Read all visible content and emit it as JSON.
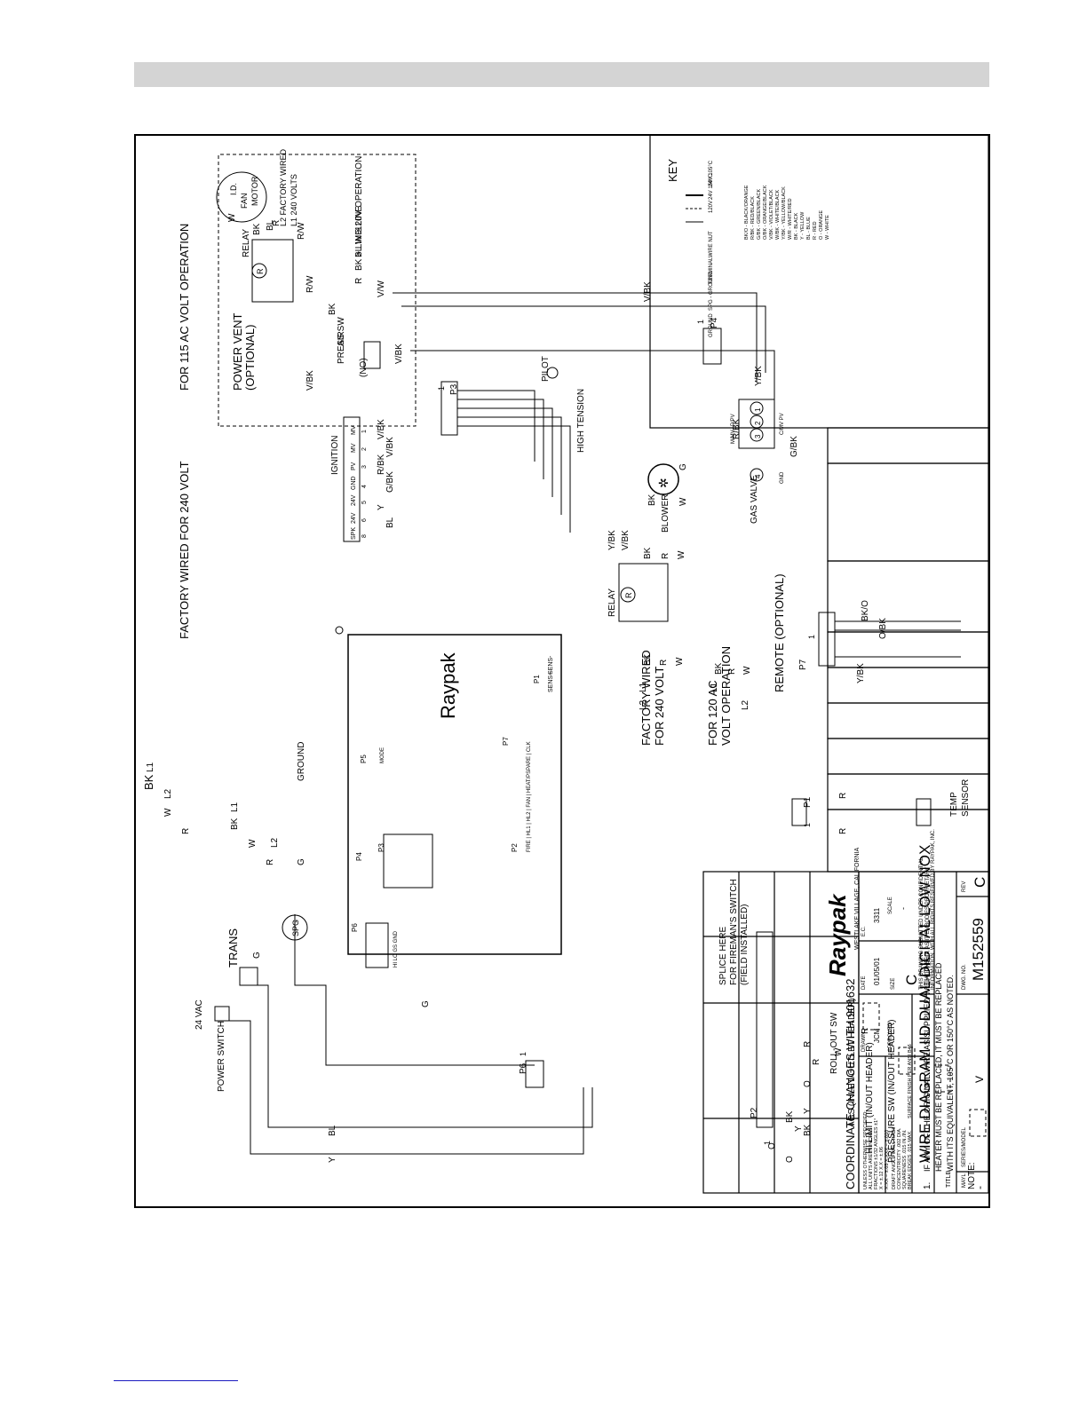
{
  "title_block": {
    "title_label": "TITLE",
    "title": "WIRE DIAGRAM IID DUAL DIGITAL LOW NOX",
    "dwg_no_label": "DWG. NO.",
    "dwg_no": "M152559",
    "rev_label": "REV",
    "rev": "C",
    "size_label": "SIZE",
    "size": "C",
    "model_label": "MAYL",
    "model_value": "-",
    "series_label": "SERIES/MODEL",
    "series_value": "V",
    "ec_label": "E.C.",
    "ec_value": "3311",
    "drawn_label": "DRAWN",
    "drawn_by": "JCM",
    "date_label": "DATE",
    "date": "01/05/01",
    "approved_label": "APPROVED",
    "coordinate_changes": "COORDINATE CHANGES WITH 901632",
    "company": "Raypak",
    "location": "WESTLAKE VILLAGE, CALIFORNIA",
    "scale_label": "SCALE",
    "scale_value": "-",
    "confidential": [
      "THIS DRAWING SUBMITTED UNDER CONFIDENTIAL",
      "RELATIONSHIP, AS IT EMBODIES PROPRIETARY",
      "INFORMATION. WITH ALL RIGHTS RESERVED BY RAYPAK, INC."
    ],
    "tolerances": [
      "UNLESS OTHERWISE SPECIFIED:",
      "ALL UNITS ARE IN INCHES",
      "FRACTIONS ±1/32 ANGLES ±1°",
      "X = ±.12  X.X = ±.06",
      "X.XX = ±.03  X.XXX = ±.010",
      "DRAFT ANGLE    WALL RADII",
      "CONCENTRICITY .002 DIA.",
      "SQUARENESS .015 IN./IN.",
      "BREAK EDGES .015 MAX.",
      "SURFACE FINISH PER ANSI B46"
    ]
  },
  "key": {
    "title": "KEY",
    "lines": [
      "24V 105°C",
      "24V 150°C",
      "120V"
    ],
    "symbols": [
      "WIRE NUT",
      "TERMINAL",
      "SPG - GROUND",
      "GROUND"
    ],
    "colors": [
      "BK/O  -  BLACK/ORANGE",
      "R/BK  -  RED/BLACK",
      "G/BK  -  GREEN/BLACK",
      "O/BK  -  ORANGE/BLACK",
      "V/BK  -  VIOLET/BLACK",
      "W/BK  -  WHITE/BLACK",
      "Y/BK  -  YELLOW/BLACK",
      "W/R  -  WHITE/RED",
      "BK  -  BLACK",
      "Y  -  YELLOW",
      "BL  -  BLUE",
      "R  -  RED",
      "O  -  ORANGE",
      "W  -  WHITE"
    ]
  },
  "power_vent": {
    "title": [
      "POWER VENT",
      "(OPTIONAL)"
    ],
    "relay": "RELAY",
    "motor": [
      "I.D.",
      "FAN",
      "MOTOR"
    ],
    "factory": [
      "L2 FACTORY WIRED",
      "L1 240 VOLTS"
    ],
    "op120": [
      "120V OPERATION",
      "W  > LINE",
      "BL",
      "BK > LINE",
      "R"
    ],
    "air_sw": [
      "AIR",
      "PRESS SW",
      "(NO)"
    ],
    "wires": [
      "W",
      "BK",
      "BL",
      "R",
      "R/W",
      "BK",
      "R/W",
      "V/W",
      "V/BK",
      "V/BK"
    ]
  },
  "ignition": {
    "title": "IGNITION",
    "pins": [
      {
        "n": "1",
        "name": "MV",
        "wire": "V/BK"
      },
      {
        "n": "2",
        "name": "MV",
        "wire": "V/BK"
      },
      {
        "n": "3",
        "name": "PV",
        "wire": "R/BK"
      },
      {
        "n": "4",
        "name": "GND",
        "wire": "G/BK"
      },
      {
        "n": "5",
        "name": "24V",
        "wire": "Y"
      },
      {
        "n": "6",
        "name": "24V",
        "wire": "BL"
      },
      {
        "n": "8",
        "name": "SPK",
        "wire": ""
      }
    ],
    "p3": "P3",
    "pilot": "PILOT",
    "high_tension": "HIGH TENSION"
  },
  "gas_valve": {
    "title": "GAS VALVE",
    "pins": [
      {
        "n": "1",
        "name": "P/PV"
      },
      {
        "n": "2",
        "name": "C/MV PV"
      },
      {
        "n": "3",
        "name": "M/MV"
      },
      {
        "n": "4",
        "name": "GND"
      }
    ],
    "wires": [
      "R/BK",
      "Y/BK",
      "G/BK",
      "V/BK"
    ],
    "p4": "P4"
  },
  "blower": {
    "title": "BLOWER",
    "relay": "RELAY",
    "wires": [
      "Y/BK",
      "V/BK",
      "BK",
      "R",
      "W",
      "BK",
      "W",
      "G"
    ]
  },
  "line_power": {
    "factory": [
      "FACTORY WIRED",
      "FOR 240 VOLT"
    ],
    "op120": [
      "FOR 120 AC",
      "VOLT OPERATION"
    ],
    "labels": [
      "L1",
      "L2",
      "BK",
      "R",
      "W",
      "L1",
      "L2",
      "BK",
      "R",
      "W"
    ]
  },
  "remote": {
    "title": "REMOTE (OPTIONAL)",
    "p7": "P7",
    "wires": [
      "BK/O",
      "O/BK",
      "Y/BK"
    ]
  },
  "temp_sensor": {
    "title": [
      "TEMP",
      "SENSOR"
    ],
    "p1": "P1",
    "wires": [
      "R",
      "R"
    ]
  },
  "board": {
    "brand": "Raypak",
    "connectors": [
      "P1",
      "P2",
      "P3",
      "P4",
      "P5",
      "P6",
      "P7"
    ],
    "sens": [
      "SENS+",
      "SENS-"
    ],
    "p2_pins": "FIRE | HL1 | HL2 | FAN | HEAT/PSPARE | CLK",
    "p6_pins": "HI  LO  GS  GND",
    "p5_text": "MODE"
  },
  "left": {
    "op115": "FOR 115 AC VOLT OPERATION",
    "factory240": "FACTORY WIRED FOR 240 VOLT",
    "trans": "TRANS",
    "vac": "24 VAC",
    "power_switch": "POWER SWITCH",
    "spg": "SPG",
    "ground": "GROUND",
    "wires115": [
      "BK",
      "L1",
      "W",
      "L2",
      "R"
    ],
    "wires240": [
      "BK",
      "L1",
      "W",
      "R",
      "L2",
      "G"
    ],
    "g": "G",
    "bl": "BL",
    "y": "Y",
    "p6": "P6"
  },
  "switches": {
    "splice": [
      "SPLICE HERE",
      "FOR FIREMAN'S SWITCH",
      "(FIELD INSTALLED)"
    ],
    "rollout": "ROLL-OUT SW",
    "ags": "AGS (INLET/OUTLET HEADER)",
    "hi_limit": "HI LIMIT (IN/OUT HEADER)",
    "pressure": "PRESSURE SW (IN/OUT HEADER)",
    "p2": "P2",
    "wires": [
      "R",
      "W",
      "R",
      "R",
      "O",
      "Y",
      "Y",
      "BK",
      "BK",
      "O",
      "O"
    ]
  },
  "note": {
    "label": "NOTE:",
    "num": "1.",
    "lines": [
      "IF ANY OF THE ORIGINAL WIRE AS SUPPLIED WITH THE",
      "HEATER MUST BE REPLACED, IT MUST BE REPLACED",
      "WITH ITS EQUIVALENT, 105°C OR 150°C AS NOTED."
    ]
  },
  "pin_one": "1"
}
